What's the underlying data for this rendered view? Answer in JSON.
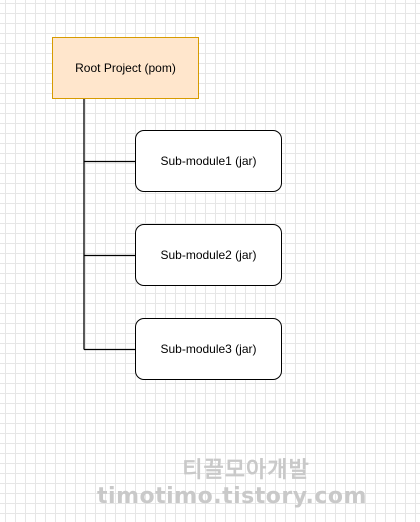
{
  "diagram": {
    "root": {
      "label": "Root Project (pom)",
      "fill_color": "#ffe6cc",
      "stroke_color": "#d79b00"
    },
    "modules": [
      {
        "label": "Sub-module1 (jar)"
      },
      {
        "label": "Sub-module2 (jar)"
      },
      {
        "label": "Sub-module3 (jar)"
      }
    ],
    "connector_color": "#000000",
    "grid_color": "#e6e6e6"
  },
  "watermark": {
    "title": "티끌모아개발",
    "url": "timotimo.tistory.com"
  }
}
